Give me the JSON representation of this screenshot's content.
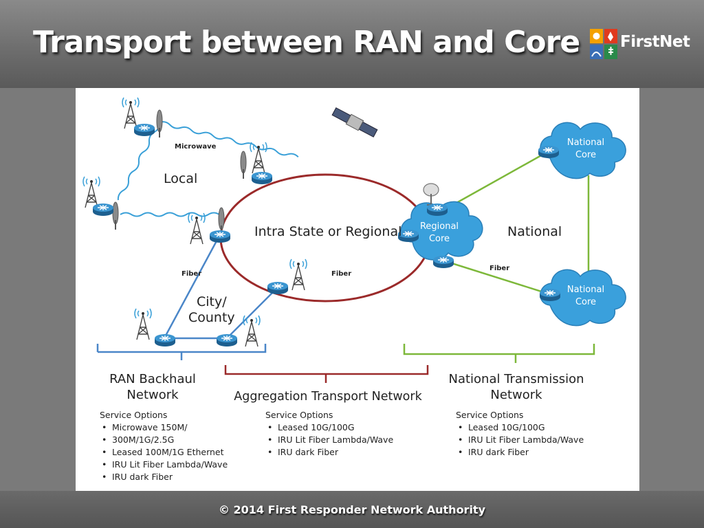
{
  "slide": {
    "title": "Transport between RAN and Core",
    "logo_text": "FirstNet",
    "footer": "© 2014 First Responder Network Authority"
  },
  "diagram": {
    "labels": {
      "microwave": "Microwave",
      "local": "Local",
      "intra_state": "Intra State or Regional",
      "national": "National",
      "fiber_left": "Fiber",
      "fiber_center": "Fiber",
      "fiber_right": "Fiber",
      "city_county_1": "City/",
      "city_county_2": "County"
    },
    "clouds": {
      "regional_core": [
        "Regional",
        "Core"
      ],
      "national_core_top": [
        "National",
        "Core"
      ],
      "national_core_bottom": [
        "National",
        "Core"
      ]
    }
  },
  "sections": [
    {
      "title_lines": [
        "RAN Backhaul",
        "Network"
      ],
      "service_title": "Service Options",
      "options": [
        "Microwave 150M/",
        "300M/1G/2.5G",
        "Leased 100M/1G Ethernet",
        "IRU Lit Fiber Lambda/Wave",
        "IRU dark Fiber"
      ]
    },
    {
      "title_lines": [
        "Aggregation Transport Network"
      ],
      "service_title": "Service Options",
      "options": [
        "Leased 10G/100G",
        "IRU Lit Fiber Lambda/Wave",
        "IRU dark Fiber"
      ]
    },
    {
      "title_lines": [
        "National Transmission",
        "Network"
      ],
      "service_title": "Service Options",
      "options": [
        "Leased 10G/100G",
        "IRU Lit Fiber Lambda/Wave",
        "IRU dark Fiber"
      ]
    }
  ],
  "colors": {
    "ring": "#9b2a2a",
    "national_links": "#7db83a",
    "ran_links": "#4a86c8",
    "microwave_wave": "#3aa0d8",
    "router": "#2a7fb8",
    "cloud": "#3aa0dc"
  },
  "icons": [
    "router-icon",
    "antenna-tower-icon",
    "satellite-icon",
    "satellite-dish-icon",
    "microwave-dish-icon",
    "cloud-icon",
    "firstnet-logo-icon"
  ]
}
